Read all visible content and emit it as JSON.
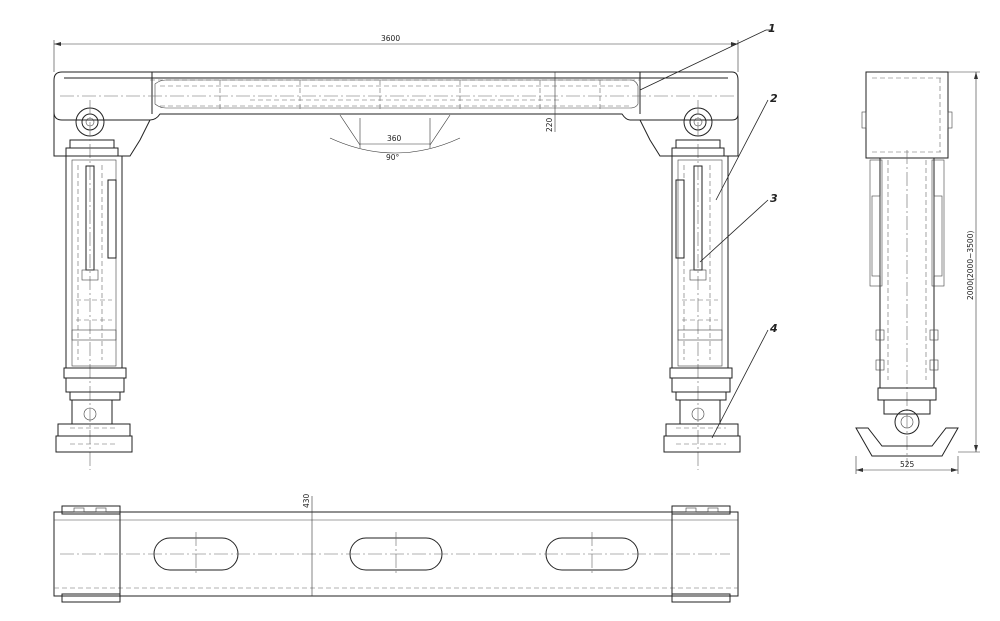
{
  "front_view": {
    "dim_width": "3600",
    "dim_height": "220",
    "dim_spacing": "360",
    "dim_angle": "90°"
  },
  "side_view": {
    "dim_height": "2000(2000~3500)",
    "dim_width": "525"
  },
  "top_view": {
    "dim_width": "430"
  },
  "callouts": [
    "1",
    "2",
    "3",
    "4"
  ]
}
